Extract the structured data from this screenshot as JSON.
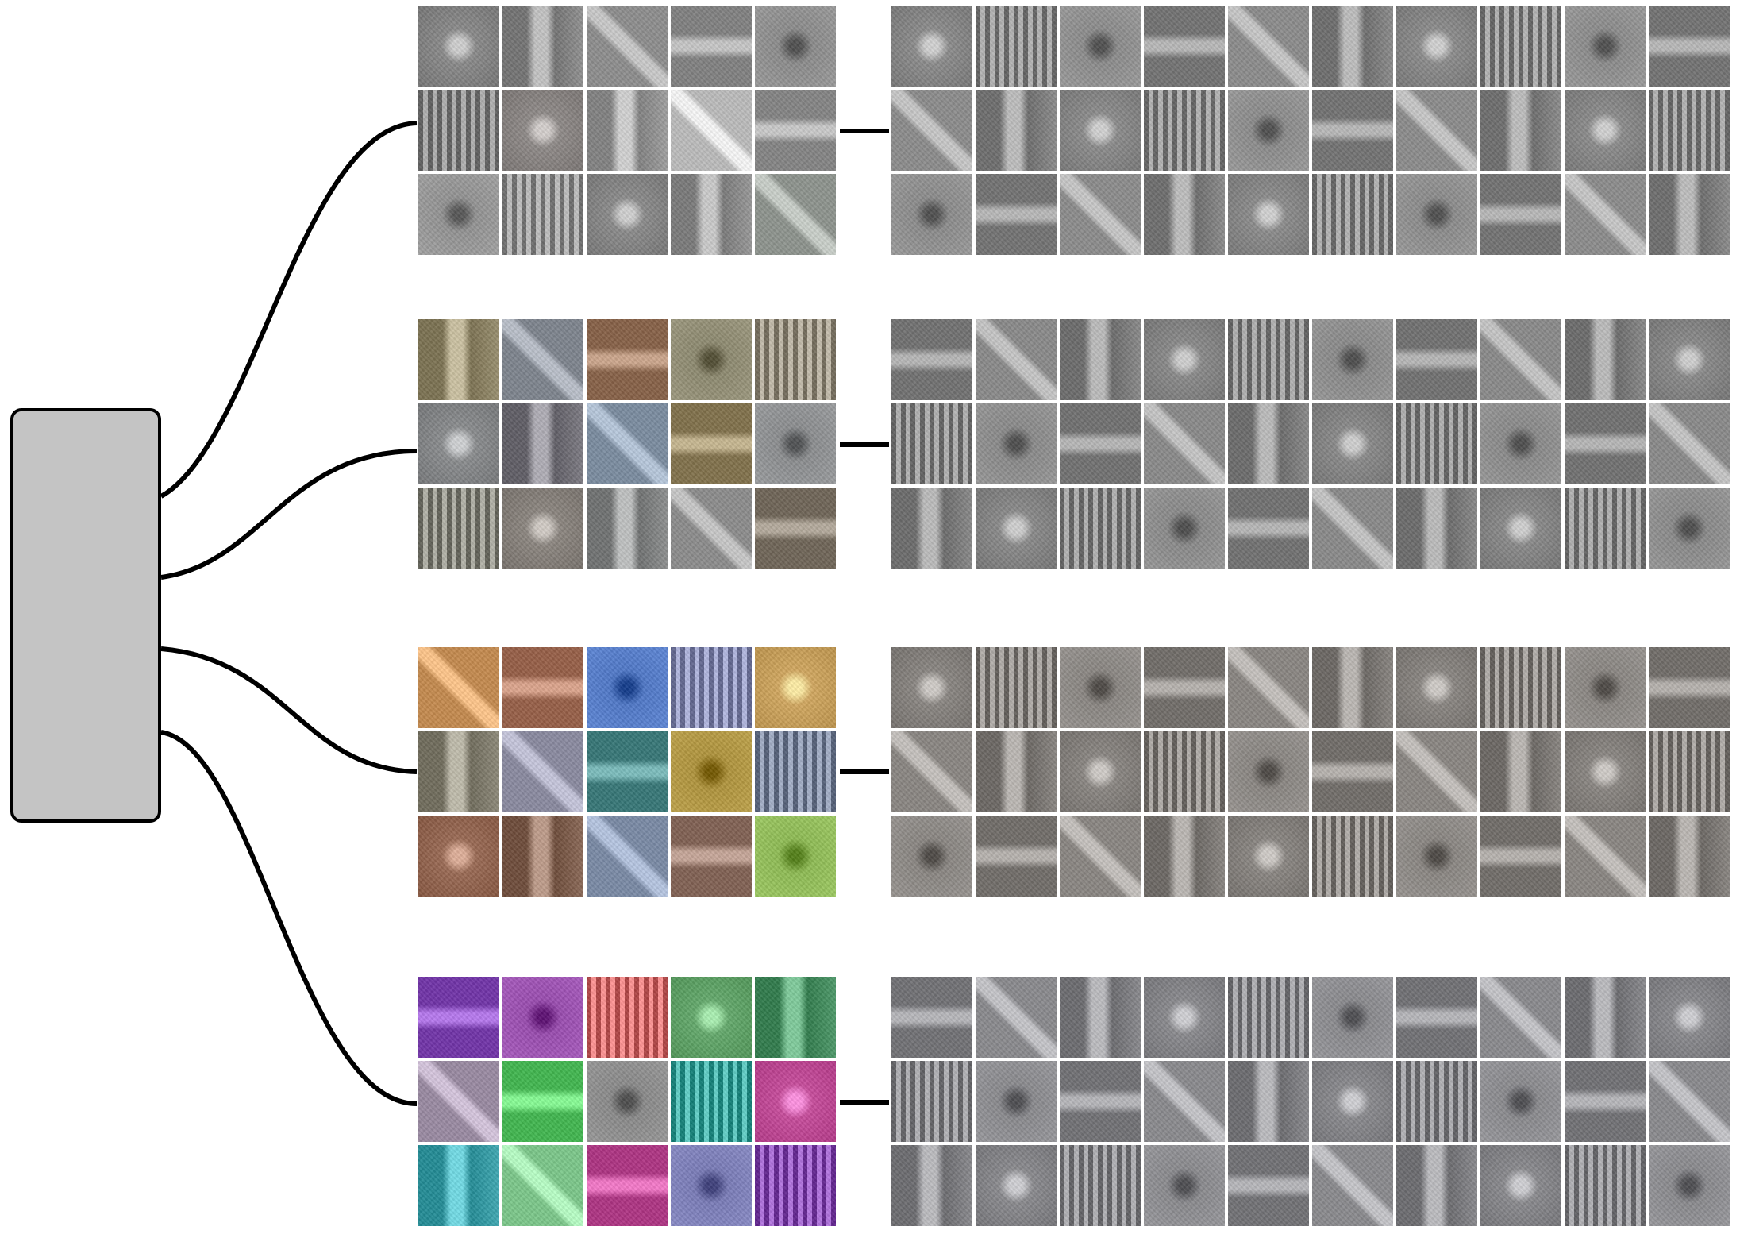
{
  "diagram": {
    "source": {
      "label": ""
    },
    "groups": [
      {
        "name": "group-1",
        "style": "grayscale",
        "small_colors": [
          "#8a8a8a",
          "#929292",
          "#8e8e8e",
          "#9a9a9a",
          "#8c8c8c",
          "#888888",
          "#8f8a88",
          "#a0a0a0",
          "#bcbcbc",
          "#9d9d9d",
          "#939393",
          "#969696",
          "#8b8b8b",
          "#999999",
          "#8e948e"
        ],
        "large_tint": "#8c8c8c"
      },
      {
        "name": "group-2",
        "style": "muted-color",
        "small_colors": [
          "#9a9070",
          "#7e848e",
          "#a07a60",
          "#8e8a70",
          "#9c9484",
          "#8a8c8e",
          "#7e7c84",
          "#7b8ca0",
          "#9a8a64",
          "#8c8e90",
          "#8a8a80",
          "#8c8680",
          "#8e9090",
          "#8c8c8c",
          "#887e70"
        ],
        "large_tint": "#8a8a8a"
      },
      {
        "name": "group-3",
        "style": "color",
        "small_colors": [
          "#c58a4e",
          "#b07860",
          "#4f78c8",
          "#8a8fb8",
          "#d2a860",
          "#8e8a7a",
          "#8a8aa0",
          "#4f9090",
          "#b0943c",
          "#7c88a0",
          "#9a6a54",
          "#8c6a58",
          "#7a8aa6",
          "#9a7a6c",
          "#8fbc54"
        ],
        "large_tint": "#8a8682"
      },
      {
        "name": "group-4",
        "style": "saturated-color",
        "small_colors": [
          "#8a4cc2",
          "#9a4cb0",
          "#d86c6c",
          "#64aa6c",
          "#4e9a6a",
          "#9a8aa2",
          "#5ad068",
          "#8a8a8a",
          "#3aa8a0",
          "#c84c9c",
          "#40aab4",
          "#7cc88a",
          "#c84c9c",
          "#7a7cb8",
          "#8a4cb8"
        ],
        "large_tint": "#8a8a8e"
      }
    ]
  }
}
